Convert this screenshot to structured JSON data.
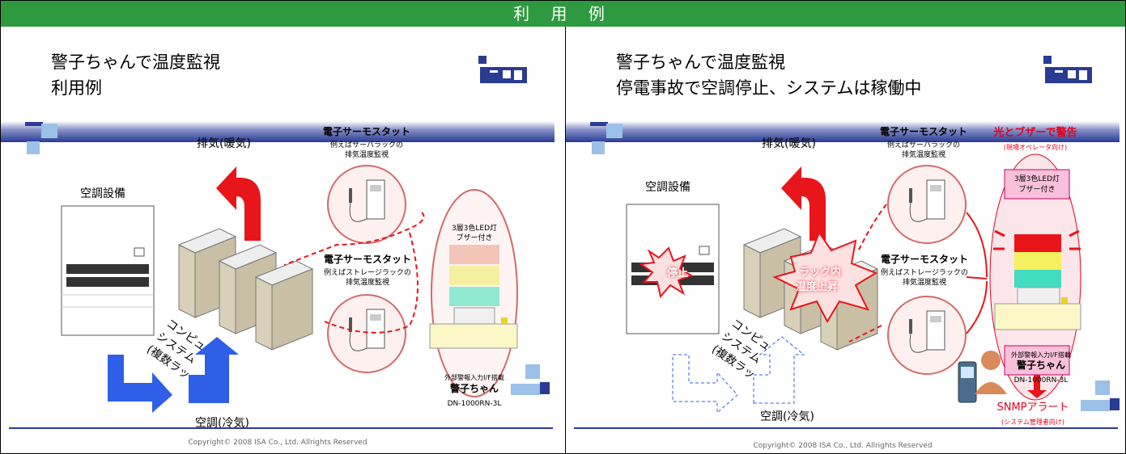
{
  "header": {
    "title": "利 用 例"
  },
  "left": {
    "title_line1": "警子ちゃんで温度監視",
    "title_line2": "利用例",
    "exhaust": "排気(暖気)",
    "ac_unit": "空調設備",
    "cooling": "空調(冷気)",
    "computer": "コンピュータ",
    "system": "システム",
    "racks": "(複数ラック)",
    "thermo1_title": "電子サーモスタット",
    "thermo1_desc1": "例えばサーバラックの",
    "thermo1_desc2": "排気温度監視",
    "thermo2_title": "電子サーモスタット",
    "thermo2_desc1": "例えばストレージラックの",
    "thermo2_desc2": "排気温度監視",
    "led1": "3層3色LED灯",
    "led2": "ブザー付き",
    "device_note": "外部警報入力I/F搭載",
    "device_name": "警子ちゃん",
    "device_model": "DN-1000RN-3L",
    "copyright": "Copyright© 2008  ISA Co., Ltd. Allrights Reserved"
  },
  "right": {
    "title_line1": "警子ちゃんで温度監視",
    "title_line2": "停電事故で空調停止、システムは稼働中",
    "exhaust": "排気(暖気)",
    "ac_unit": "空調設備",
    "cooling": "空調(冷気)",
    "stop": "停止",
    "rack_temp1": "ラック内",
    "rack_temp2": "温度上昇",
    "computer": "コンピュータ",
    "system": "システム",
    "racks": "(複数ラック)",
    "thermo1_title": "電子サーモスタット",
    "thermo1_desc1": "例えばサーバラックの",
    "thermo1_desc2": "排気温度監視",
    "thermo2_title": "電子サーモスタット",
    "thermo2_desc1": "例えばストレージラックの",
    "thermo2_desc2": "排気温度監視",
    "warning_title": "光とブザーで警告",
    "warning_sub": "(現場オペレータ向け)",
    "led1": "3層3色LED灯",
    "led2": "ブザー付き",
    "device_note": "外部警報入力I/F搭載",
    "device_name": "警子ちゃん",
    "device_model": "DN-1000RN-3L",
    "snmp": "SNMPアラート",
    "snmp_sub": "(システム管理者向け)",
    "copyright": "Copyright© 2008  ISA Co., Ltd. Allrights Reserved"
  },
  "colors": {
    "header_green": "#2e9a3f",
    "brand_blue": "#2a3b93",
    "alert_red": "#e6001f",
    "air_blue": "#2f5fe8",
    "heat_red": "#e8151b"
  }
}
